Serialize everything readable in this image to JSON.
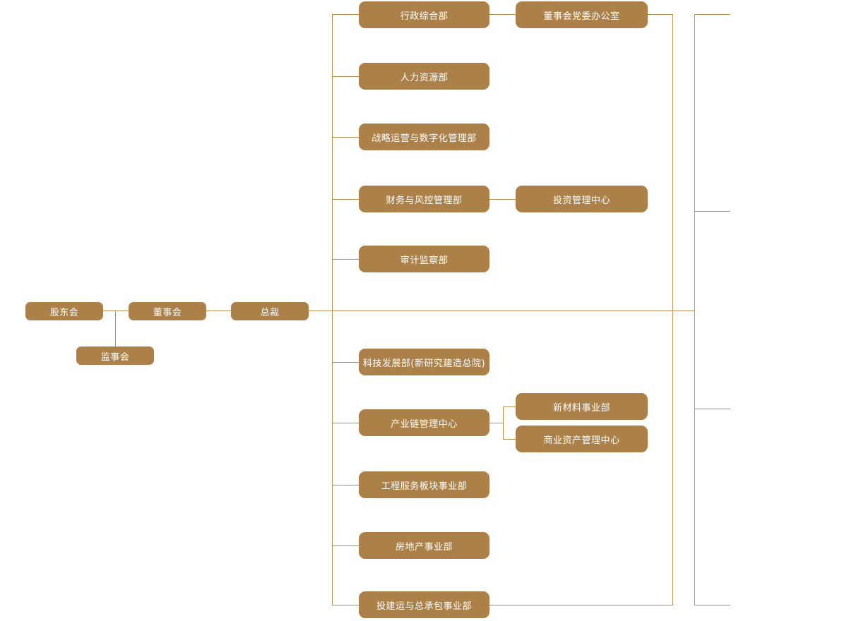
{
  "org_chart": {
    "type": "org-chart",
    "colors": {
      "node_fill": "#ab8149",
      "node_text": "#ffffff",
      "connector": "#b68d4e",
      "background": "#ffffff"
    },
    "nodes": {
      "shareholders": {
        "label": "股东会"
      },
      "board": {
        "label": "董事会"
      },
      "supervisory": {
        "label": "监事会"
      },
      "president": {
        "label": "总裁"
      },
      "admin_general": {
        "label": "行政综合部"
      },
      "hr": {
        "label": "人力资源部"
      },
      "strategy_digital": {
        "label": "战略运营与数字化管理部"
      },
      "finance_risk": {
        "label": "财务与风控管理部"
      },
      "audit": {
        "label": "审计监察部"
      },
      "tech_dev": {
        "label": "科技发展部(新研究建造总院)"
      },
      "industry_chain": {
        "label": "产业链管理中心"
      },
      "engineering": {
        "label": "工程服务板块事业部"
      },
      "real_estate": {
        "label": "房地产事业部"
      },
      "invest_construction": {
        "label": "投建运与总承包事业部"
      },
      "board_party_office": {
        "label": "董事会党委办公室"
      },
      "investment_center": {
        "label": "投资管理中心"
      },
      "new_materials": {
        "label": "新材料事业部"
      },
      "commercial_assets": {
        "label": "商业资产管理中心"
      }
    },
    "edges": [
      [
        "shareholders",
        "board"
      ],
      [
        "shareholders",
        "supervisory"
      ],
      [
        "board",
        "president"
      ],
      [
        "president",
        "admin_general"
      ],
      [
        "president",
        "hr"
      ],
      [
        "president",
        "strategy_digital"
      ],
      [
        "president",
        "finance_risk"
      ],
      [
        "president",
        "audit"
      ],
      [
        "president",
        "tech_dev"
      ],
      [
        "president",
        "industry_chain"
      ],
      [
        "president",
        "engineering"
      ],
      [
        "president",
        "real_estate"
      ],
      [
        "president",
        "invest_construction"
      ],
      [
        "admin_general",
        "board_party_office"
      ],
      [
        "finance_risk",
        "investment_center"
      ],
      [
        "industry_chain",
        "new_materials"
      ],
      [
        "industry_chain",
        "commercial_assets"
      ]
    ],
    "truncated_right_connector_count": 4
  }
}
